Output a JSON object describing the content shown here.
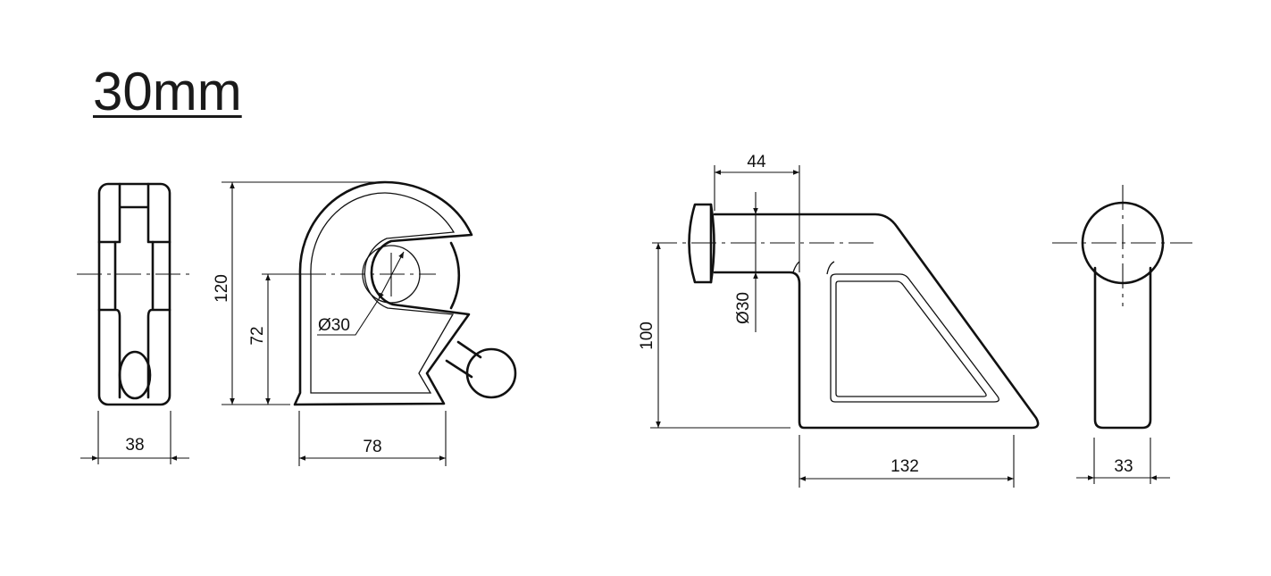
{
  "title": "30mm",
  "dimensions": {
    "front_width": "38",
    "side_height": "120",
    "side_axis_height": "72",
    "side_hole_diameter": "Ø30",
    "side_width": "78",
    "pin_length": "44",
    "pin_diameter": "Ø30",
    "axis_height": "100",
    "base_length": "132",
    "end_width": "33"
  }
}
